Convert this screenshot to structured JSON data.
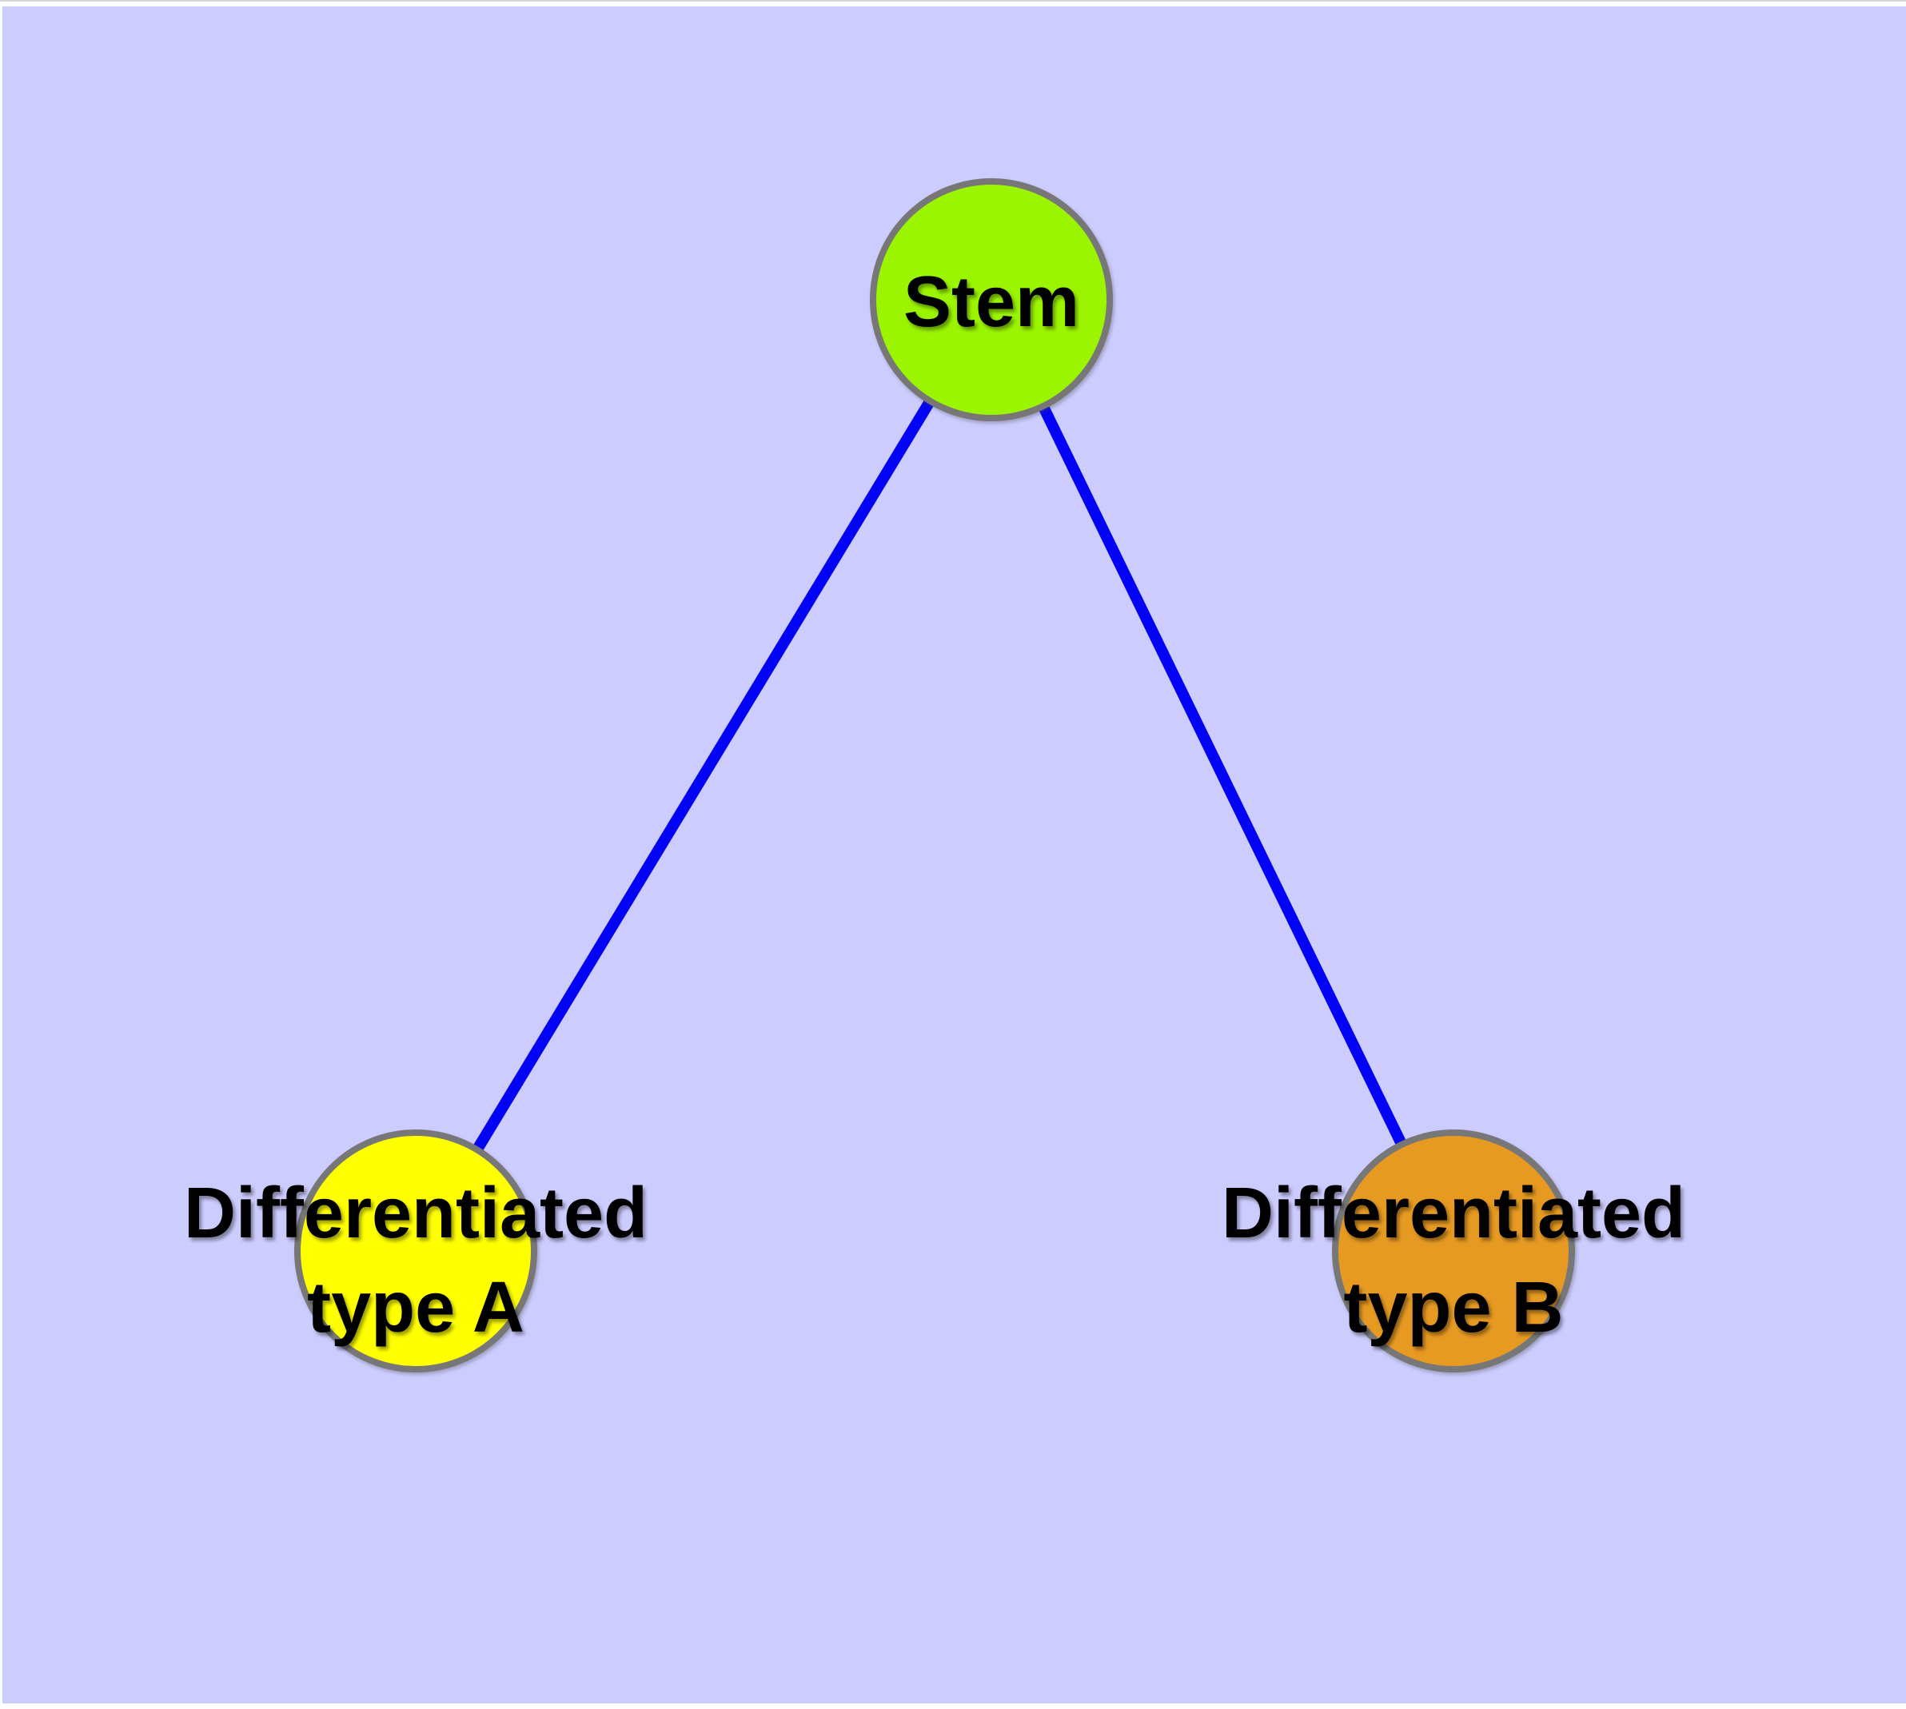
{
  "nodes": {
    "stem": {
      "label": "Stem",
      "fill": "#9BF500"
    },
    "type_a": {
      "line1": "Differentiated",
      "line2": "type A",
      "fill": "#FFFF00"
    },
    "type_b": {
      "line1": "Differentiated",
      "line2": "type B",
      "fill": "#E69A22"
    }
  },
  "edges": [
    {
      "from": "Stem",
      "to": "Differentiated type A"
    },
    {
      "from": "Stem",
      "to": "Differentiated type B"
    }
  ],
  "colors": {
    "background": "#CCCCFF",
    "frame": "#FFFFFF",
    "node_border": "#777777",
    "edge": "#0202F5",
    "label_text": "#000000"
  }
}
